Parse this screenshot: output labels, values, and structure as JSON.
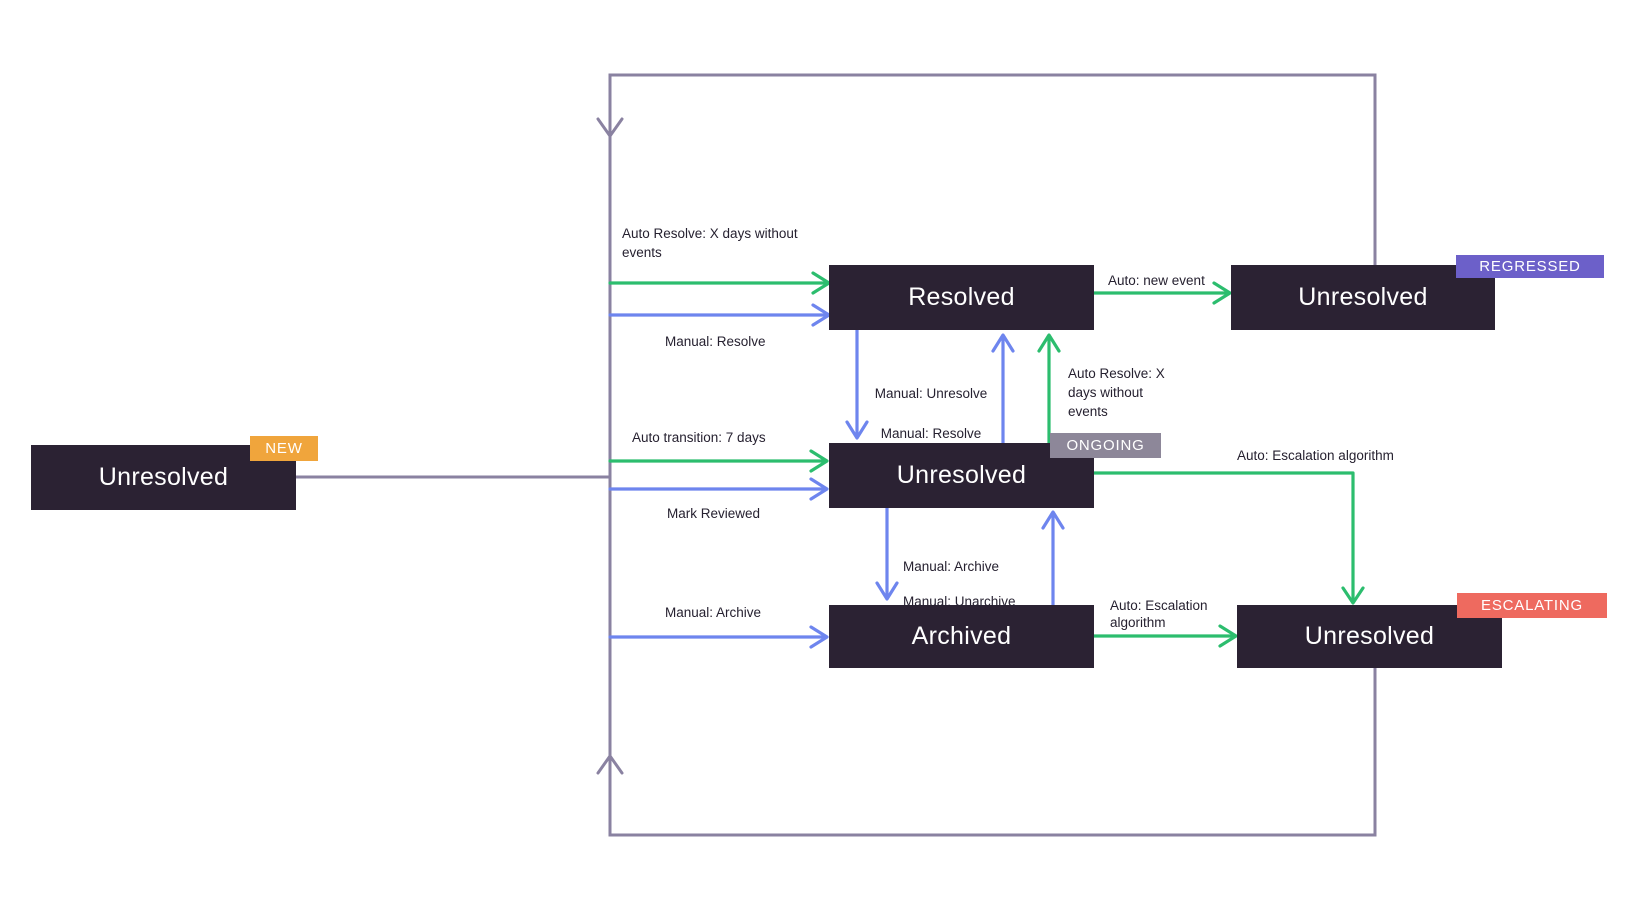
{
  "diagram": {
    "colors": {
      "auto": "#2cbd6e",
      "manual": "#6e85ee",
      "flow": "#8a82a1",
      "node_bg": "#2b2233",
      "badge_new": "#f0a53c",
      "badge_regressed": "#6c60c9",
      "badge_ongoing": "#8d8799",
      "badge_escalating": "#ee6a5f"
    },
    "nodes": [
      {
        "label": "Unresolved",
        "badge": "NEW"
      },
      {
        "label": "Resolved",
        "badge": ""
      },
      {
        "label": "Unresolved",
        "badge": "ONGOING"
      },
      {
        "label": "Archived",
        "badge": ""
      },
      {
        "label": "Unresolved",
        "badge": "REGRESSED"
      },
      {
        "label": "Unresolved",
        "badge": "ESCALATING"
      }
    ],
    "labels": {
      "auto_resolve_left": "Auto Resolve: X days without\nevents",
      "manual_resolve_left": "Manual: Resolve",
      "auto_transition": "Auto transition: 7 days",
      "mark_reviewed": "Mark Reviewed",
      "manual_archive_left": "Manual: Archive",
      "manual_unresolve": "Manual: Unresolve",
      "manual_resolve_mid": "Manual: Resolve",
      "auto_resolve_mid": "Auto Resolve: X\ndays without\nevents",
      "auto_new_event": "Auto: new event",
      "auto_escalation_top": "Auto: Escalation algorithm",
      "manual_archive_mid": "Manual: Archive",
      "manual_unarchive": "Manual: Unarchive",
      "auto_escalation_bottom": "Auto: Escalation\nalgorithm"
    }
  }
}
